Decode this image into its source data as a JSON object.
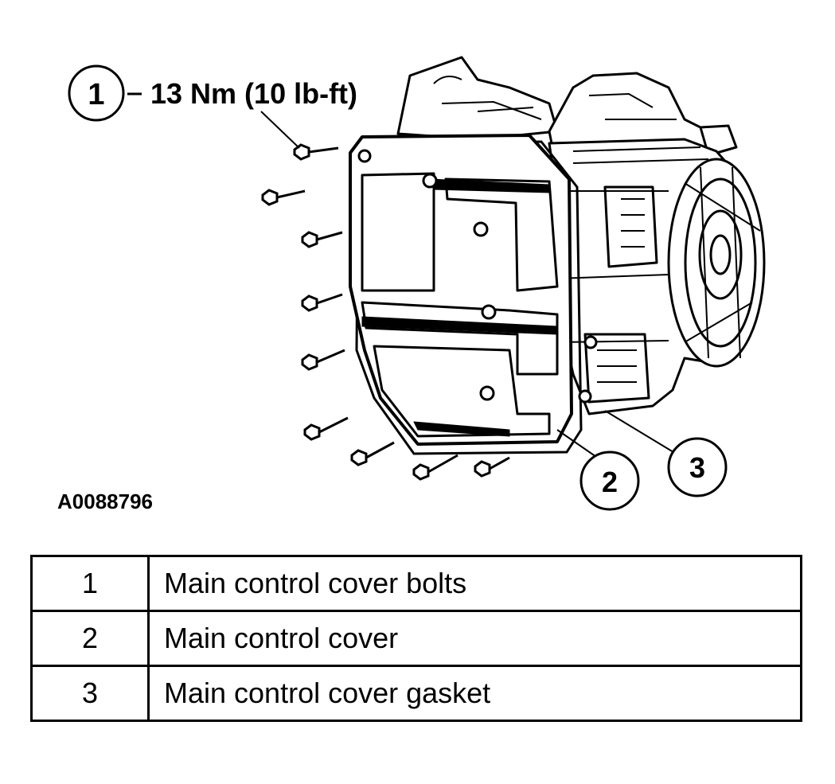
{
  "callouts": {
    "bolts": {
      "number": "1",
      "torque": "13 Nm (10 lb-ft)"
    },
    "cover": {
      "number": "2"
    },
    "gasket": {
      "number": "3"
    }
  },
  "figure_id": "A0088796",
  "legend": [
    {
      "number": "1",
      "description": "Main control cover bolts"
    },
    {
      "number": "2",
      "description": "Main control cover"
    },
    {
      "number": "3",
      "description": "Main control cover gasket"
    }
  ]
}
